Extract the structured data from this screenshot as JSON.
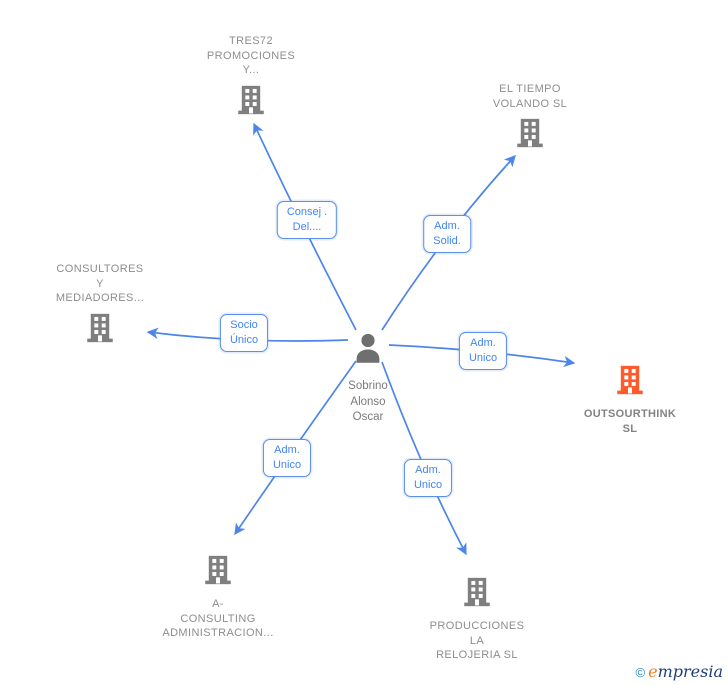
{
  "diagram": {
    "center": {
      "lines": [
        "Sobrino",
        "Alonso",
        "Oscar"
      ]
    },
    "companies": [
      {
        "id": "tres72",
        "lines": [
          "TRES72",
          "PROMOCIONES",
          "Y..."
        ]
      },
      {
        "id": "el-tiempo",
        "lines": [
          "EL TIEMPO",
          "VOLANDO SL"
        ]
      },
      {
        "id": "consultores",
        "lines": [
          "CONSULTORES",
          "Y",
          "MEDIADORES..."
        ]
      },
      {
        "id": "outsourthink",
        "lines": [
          "OUTSOURTHINK",
          "SL"
        ],
        "highlighted": true
      },
      {
        "id": "a-consulting",
        "lines": [
          "A-",
          "CONSULTING",
          "ADMINISTRACION..."
        ]
      },
      {
        "id": "producciones",
        "lines": [
          "PRODUCCIONES",
          "LA",
          "RELOJERIA SL"
        ]
      }
    ],
    "edges": [
      {
        "target": "tres72",
        "lines": [
          "Consej .",
          "Del...."
        ]
      },
      {
        "target": "el-tiempo",
        "lines": [
          "Adm.",
          "Solid."
        ]
      },
      {
        "target": "consultores",
        "lines": [
          "Socio",
          "Único"
        ]
      },
      {
        "target": "outsourthink",
        "lines": [
          "Adm.",
          "Unico"
        ]
      },
      {
        "target": "a-consulting",
        "lines": [
          "Adm.",
          "Unico"
        ]
      },
      {
        "target": "producciones",
        "lines": [
          "Adm.",
          "Unico"
        ]
      }
    ],
    "colors": {
      "edge": "#4b86e8",
      "edge_label_text": "#4285f4",
      "company_icon": "#7f7f7f",
      "highlight_icon": "#ff5a2b",
      "company_text": "#8d8d8d",
      "person_icon": "#6f6f6f"
    }
  },
  "watermark": {
    "copyright_symbol": "©",
    "brand_initial": "e",
    "brand_rest": "mpresia"
  }
}
